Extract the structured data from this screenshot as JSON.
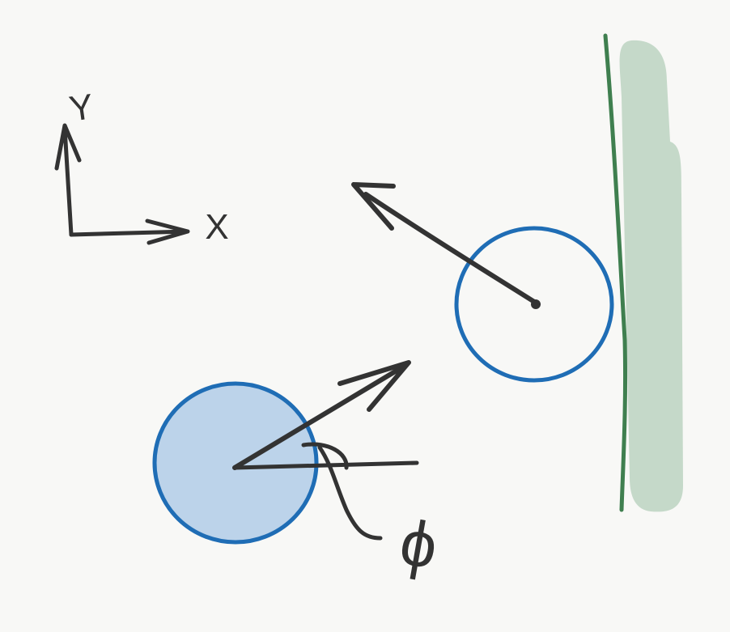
{
  "diagram": {
    "axes": {
      "y_label": "Y",
      "x_label": "X"
    },
    "angle_label": "ϕ",
    "colors": {
      "ink": "#333333",
      "ball_outline": "#1f6db5",
      "ball_fill": "#bcd3ea",
      "wall_edge": "#3f7f4f",
      "wall_fill": "#c5d9c9"
    }
  }
}
